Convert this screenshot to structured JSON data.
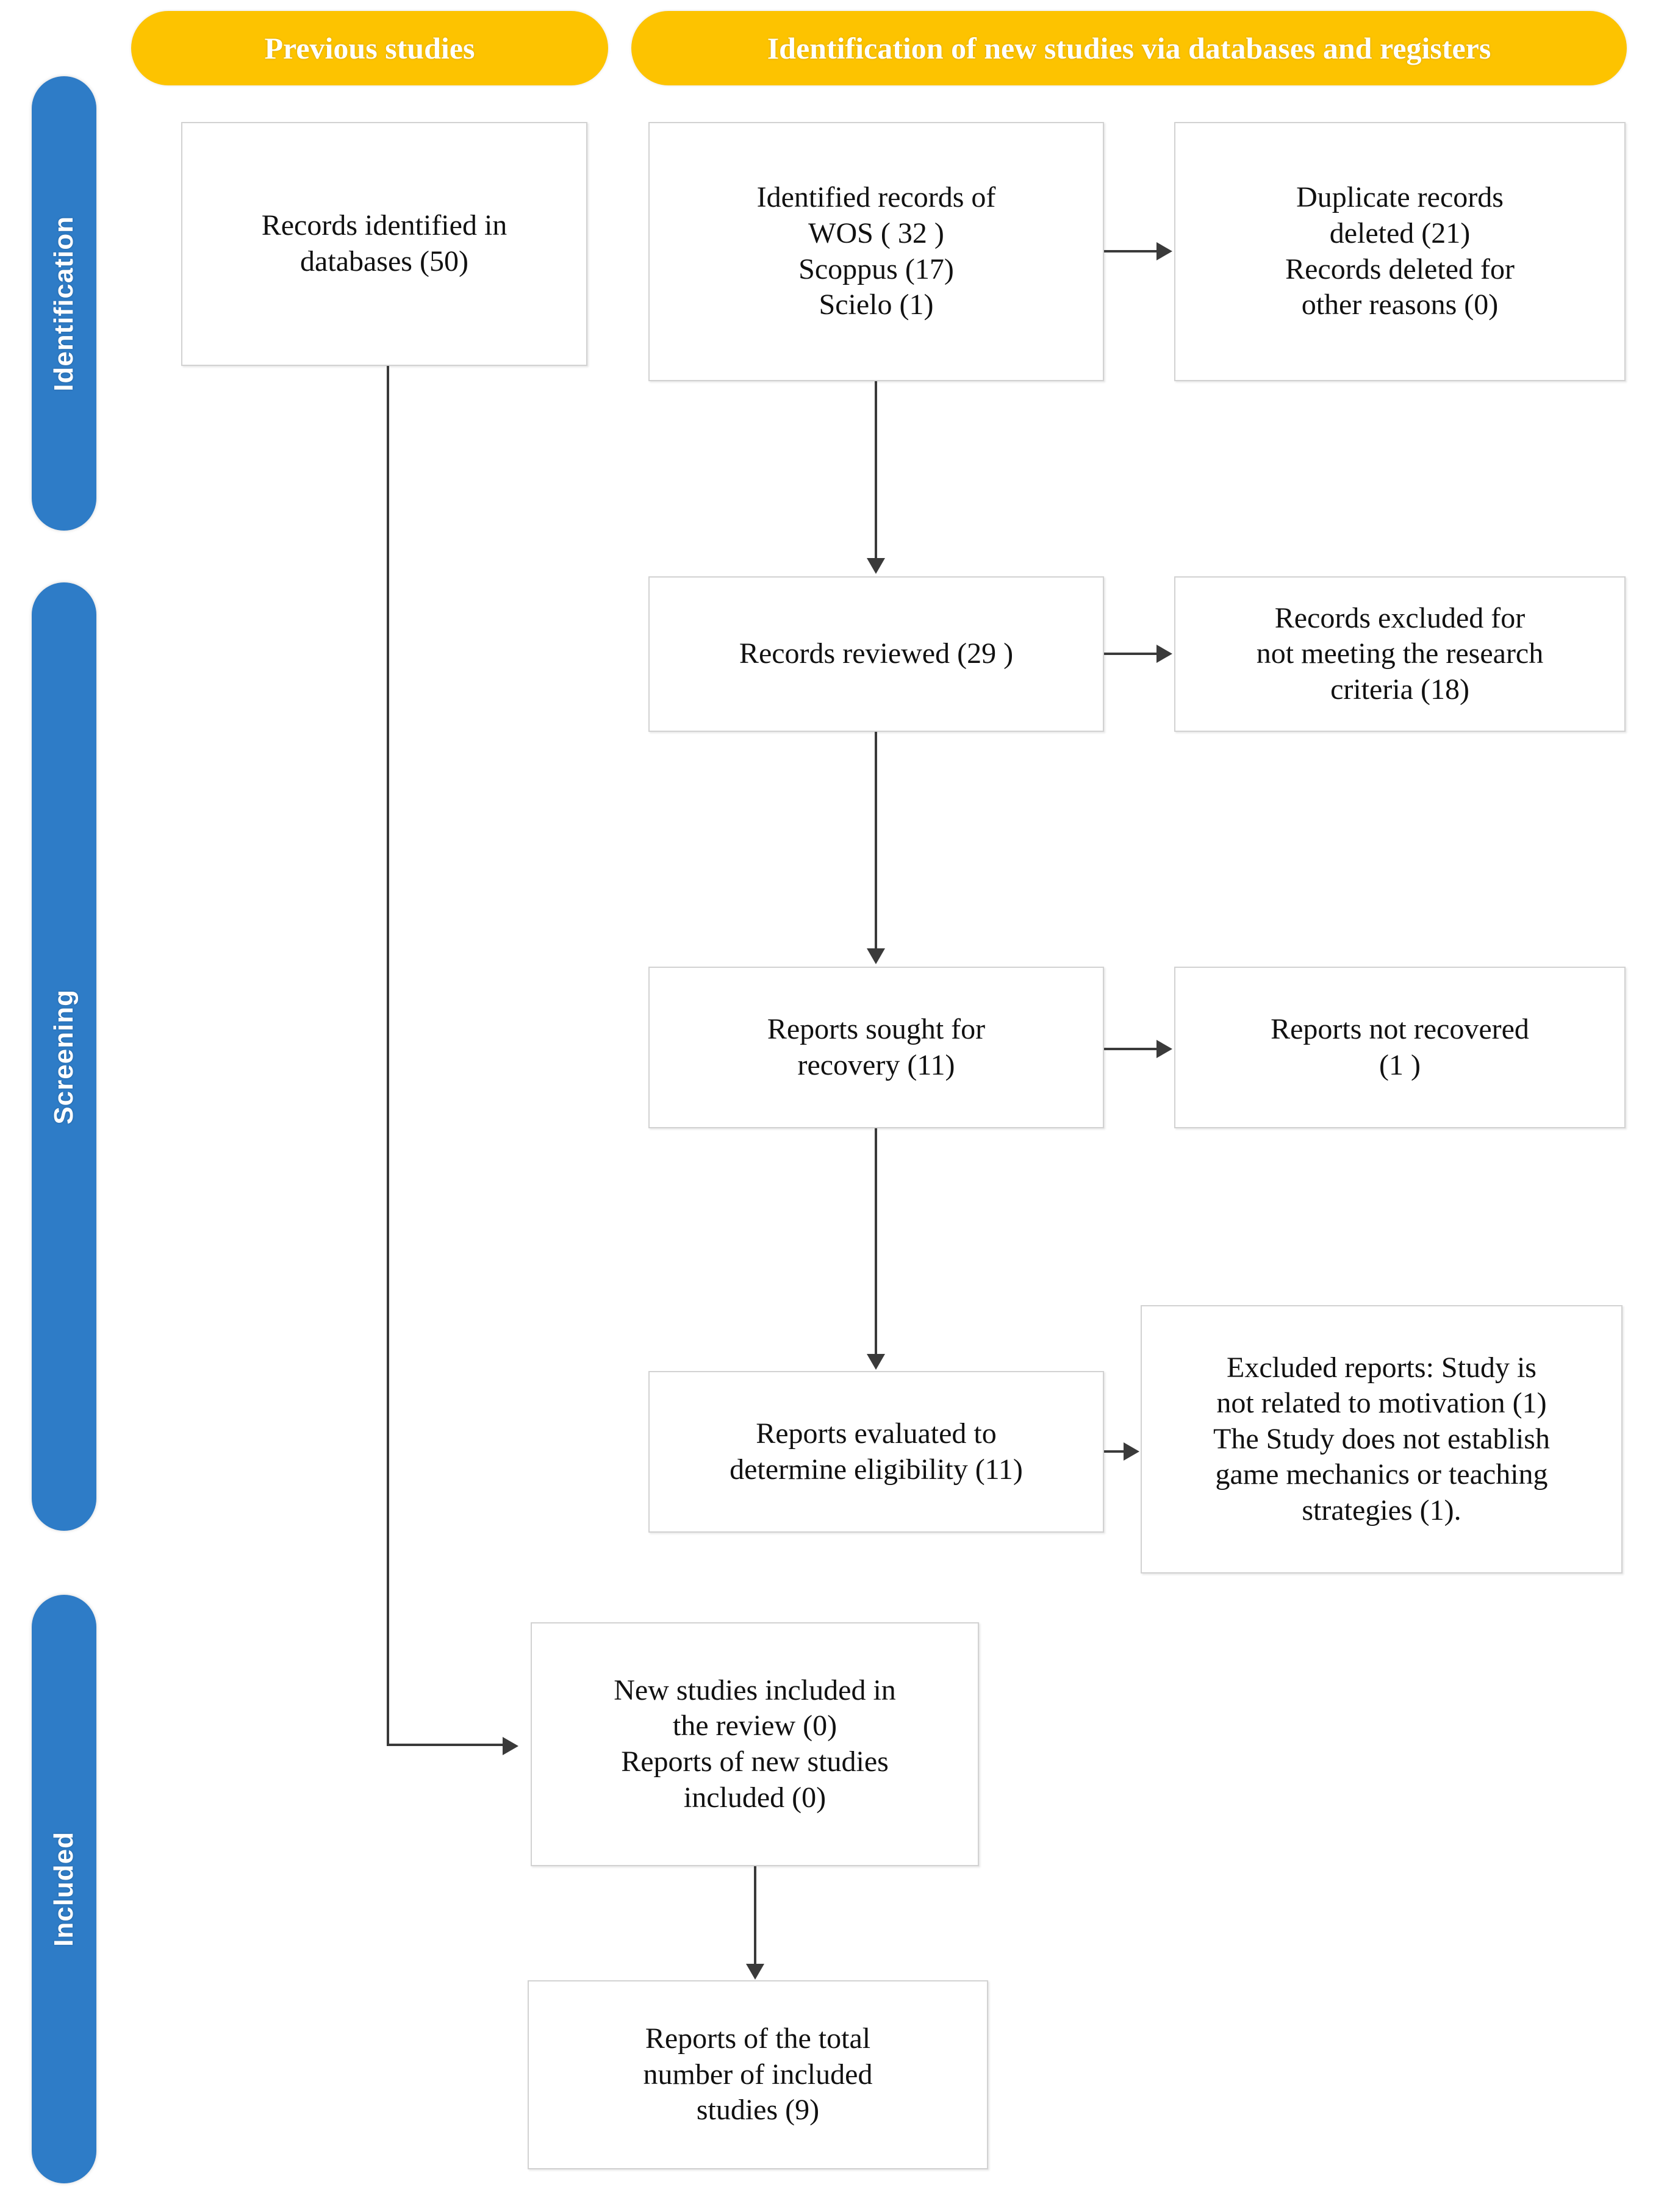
{
  "diagram": {
    "type": "prisma-flow-diagram",
    "accent_blue": "#2E7CC7",
    "accent_yellow": "#FDC300",
    "box_border": "#D2D2D2",
    "connector_color": "#3A3A3A"
  },
  "stages": [
    {
      "key": "identification",
      "label": "Identification"
    },
    {
      "key": "screening",
      "label": "Screening"
    },
    {
      "key": "included",
      "label": "Included"
    }
  ],
  "columns": [
    {
      "key": "previous",
      "label": "Previous studies"
    },
    {
      "key": "new",
      "label": "Identification of new studies via databases and registers"
    }
  ],
  "boxes": {
    "records_identified_databases": "Records identified in\ndatabases (50)",
    "identified_records_sources": "Identified records of\nWOS ( 32 )\nScoppus (17)\nScielo (1)",
    "duplicate_records_deleted": "Duplicate records\ndeleted (21)\nRecords deleted for\nother reasons (0)",
    "records_reviewed": "Records reviewed (29 )",
    "records_excluded": "Records excluded for\nnot meeting the research\ncriteria (18)",
    "reports_sought": "Reports sought for\nrecovery (11)",
    "reports_not_recovered": "Reports not recovered\n(1 )",
    "reports_evaluated": "Reports evaluated to\ndetermine eligibility (11)",
    "excluded_reports": "Excluded reports: Study is\nnot related to motivation (1)\nThe Study does not establish\ngame mechanics or teaching\nstrategies (1).",
    "new_studies_included": "New studies included in\nthe review (0)\nReports of new studies\nincluded (0)",
    "total_included_reports": "Reports of the total\nnumber of included\nstudies (9)"
  },
  "counts": {
    "records_identified_databases": 50,
    "wos": 32,
    "scoppus": 17,
    "scielo": 1,
    "duplicates_deleted": 21,
    "deleted_other_reasons": 0,
    "records_reviewed": 29,
    "records_excluded": 18,
    "reports_sought": 11,
    "reports_not_recovered": 1,
    "reports_evaluated": 11,
    "excluded_not_motivation": 1,
    "excluded_no_game_mechanics": 1,
    "new_studies_included": 0,
    "reports_new_studies_included": 0,
    "total_included_studies": 9
  }
}
